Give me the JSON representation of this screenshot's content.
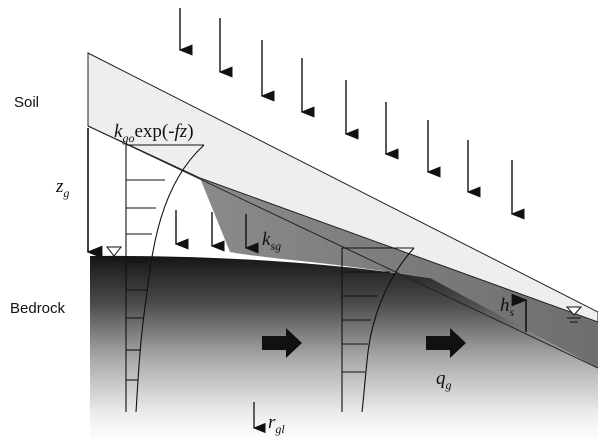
{
  "labels": {
    "soil": "Soil",
    "bedrock": "Bedrock"
  },
  "symbols": {
    "conductivity_main": "k",
    "conductivity_main_sub": "go",
    "conductivity_main_rest": "exp(-",
    "conductivity_main_var": "fz",
    "conductivity_main_close": ")",
    "zg_main": "z",
    "zg_sub": "g",
    "ksg_main": "k",
    "ksg_sub": "sg",
    "hs_main": "h",
    "hs_sub": "s",
    "qg_main": "q",
    "qg_sub": "g",
    "rgl_main": "r",
    "rgl_sub": "gl",
    "water_table_symbol": "water-table-icon"
  },
  "colors": {
    "soil_fill": "#eeeeee",
    "bedrock_top": "#1a1a1a",
    "bedrock_bottom": "#ffffff",
    "saturated_wedge": "#777777",
    "ink": "#111111"
  }
}
